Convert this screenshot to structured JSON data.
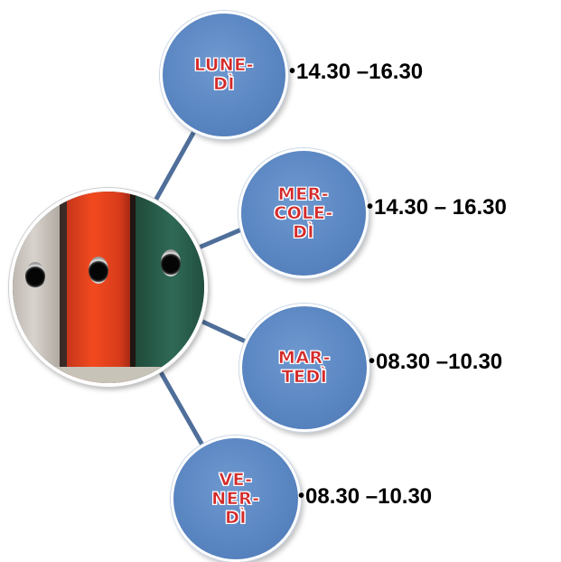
{
  "nodes": [
    {
      "label": "LUNE-\nDÌ",
      "time": "14.30 –16.30"
    },
    {
      "label": "MER-\nCOLE-\nDÌ",
      "time": "14.30 – 16.30"
    },
    {
      "label": "MAR-\nTEDÌ",
      "time": "08.30 –10.30"
    },
    {
      "label": "VE-\nNER-\nDÌ",
      "time": "08.30 –10.30"
    }
  ],
  "bullet": "•",
  "colors": {
    "node_fill": "#5a86c2",
    "node_text": "#d42a2a",
    "connector": "#4f6f9a",
    "time_text": "#000000"
  },
  "central_image": {
    "icon": "office-binders-photo"
  }
}
